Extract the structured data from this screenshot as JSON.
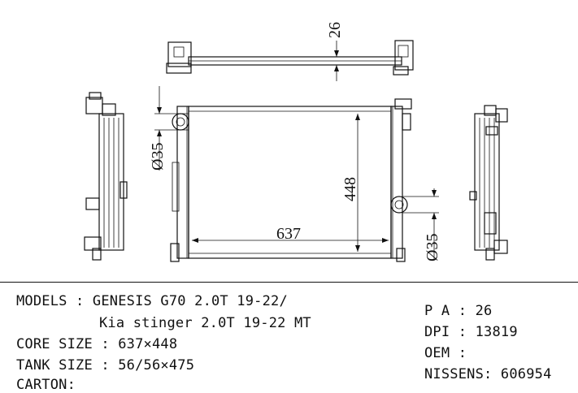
{
  "dimensions": {
    "tank_width": "26",
    "inlet_top": "Ø35",
    "core_height": "448",
    "core_width": "637",
    "outlet_bottom": "Ø35"
  },
  "specs": {
    "models_line1": "MODELS : GENESIS G70 2.0T 19-22/",
    "models_line2": "Kia stinger 2.0T 19-22 MT",
    "core_size": "CORE SIZE : 637×448",
    "tank_size": "TANK SIZE : 56/56×475",
    "carton": "CARTON:",
    "pa": "P A : 26",
    "dpi": "DPI : 13819",
    "oem": "OEM :",
    "nissens": "NISSENS: 606954"
  }
}
